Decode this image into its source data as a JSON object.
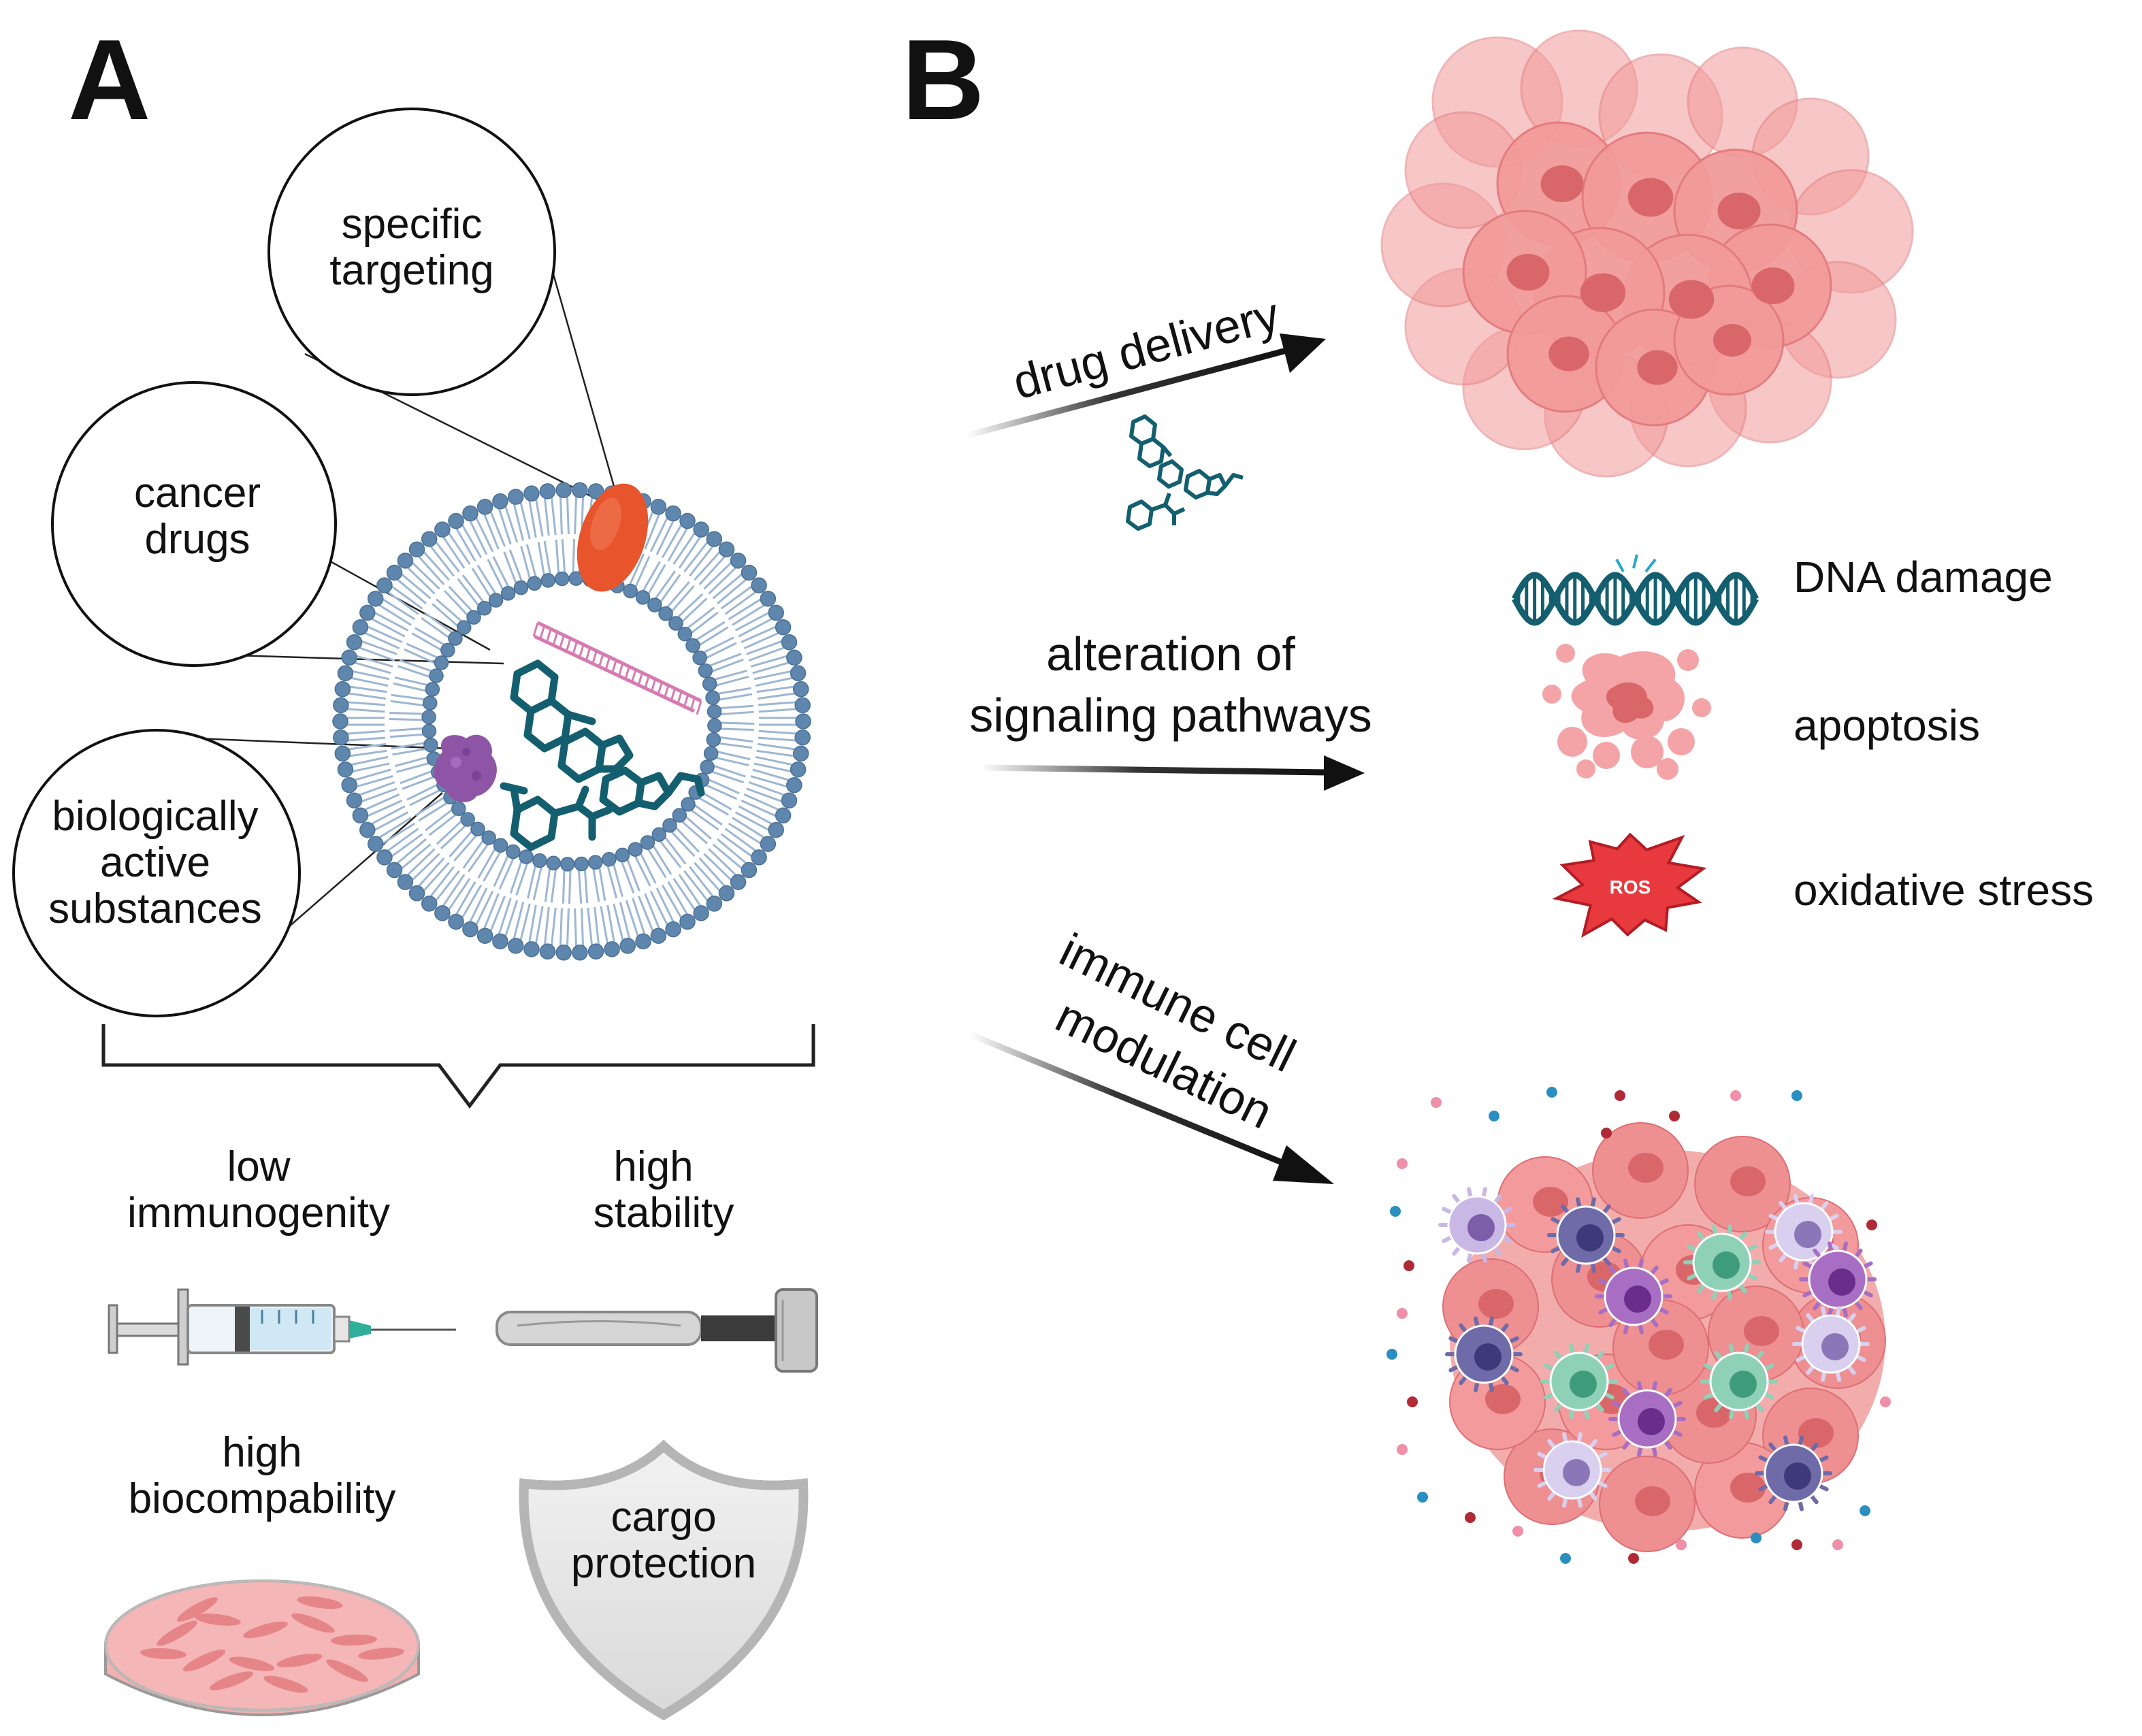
{
  "panel_a": {
    "letter": "A",
    "callouts": {
      "targeting": [
        "specific",
        "targeting"
      ],
      "drugs": [
        "cancer",
        "drugs"
      ],
      "substances": [
        "biologically",
        "active",
        "substances"
      ]
    },
    "properties": {
      "immunogenity": [
        "low",
        "immunogenity"
      ],
      "stability": [
        "high",
        "stability"
      ],
      "biocompability": [
        "high",
        "biocompability"
      ],
      "cargo": [
        "cargo",
        "protection"
      ]
    }
  },
  "panel_b": {
    "letter": "B",
    "arrows": {
      "drug_delivery": "drug delivery",
      "signaling": [
        "alteration of",
        "signaling pathways"
      ],
      "immune": [
        "immune cell",
        "modulation"
      ]
    },
    "effects": {
      "dna": "DNA damage",
      "apoptosis": "apoptosis",
      "oxidative": "oxidative stress",
      "ros_badge": "ROS"
    }
  },
  "colors": {
    "membrane_head": "#5f87ad",
    "membrane_tail": "#9db7d2",
    "drug_teal": "#145f6f",
    "tumor_pink": "#f29a9a",
    "tumor_dark": "#d9676a",
    "ros_red": "#e8393f",
    "receptor_orange": "#e8542c",
    "protein_purple": "#8e55a6"
  }
}
